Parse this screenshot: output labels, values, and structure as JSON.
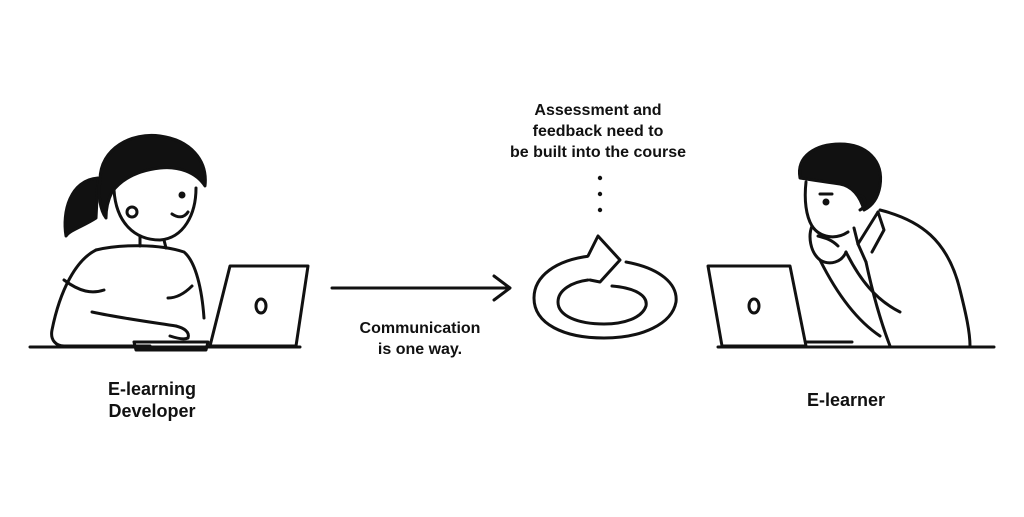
{
  "labels": {
    "developer": [
      "E-learning",
      "Developer"
    ],
    "communication": [
      "Communication",
      "is one way."
    ],
    "note": [
      "Assessment and",
      "feedback need to",
      "be built into the course"
    ],
    "learner": "E-learner"
  },
  "icons": {
    "developer": "woman-with-laptop-icon",
    "arrow": "right-arrow-icon",
    "cycle": "circular-arrow-icon",
    "learner": "man-with-laptop-icon"
  },
  "colors": {
    "ink": "#111111",
    "background": "#ffffff"
  }
}
